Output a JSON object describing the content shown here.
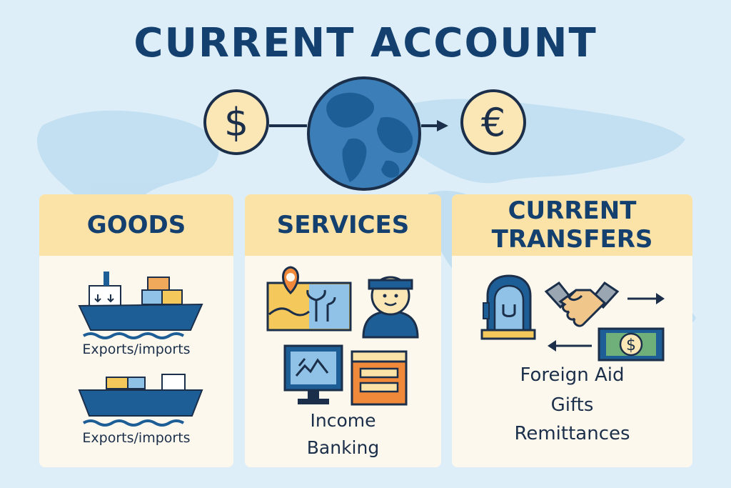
{
  "title": "CURRENT ACCOUNT",
  "currency": {
    "left_symbol": "$",
    "right_symbol": "€",
    "banknote_symbol": "$"
  },
  "colors": {
    "title": "#14406f",
    "header_bg": "#fbe3a8",
    "card_bg": "#fdf8ee",
    "ocean": "#3c7fb8",
    "land": "#1e5e96",
    "coin": "#fbe6b5"
  },
  "goods": {
    "heading": "GOODS",
    "ship_label_top": "Exports/imports",
    "ship_label_bottom": "Exports/imports",
    "icons": [
      "cargo-ship-icon",
      "cargo-ship-icon"
    ]
  },
  "services": {
    "heading": "SERVICES",
    "lines": [
      "Income",
      "Banking"
    ],
    "icons": [
      "travel-map-icon",
      "person-icon",
      "computer-monitor-icon",
      "server-icon"
    ]
  },
  "transfers": {
    "heading_line1": "CURRENT",
    "heading_line2": "TRANSFERS",
    "lines": [
      "Foreign Aid",
      "Gifts",
      "Remittances"
    ],
    "icons": [
      "mailbox-icon",
      "handshake-icon",
      "banknote-icon",
      "arrow-right-icon",
      "arrow-left-icon"
    ]
  }
}
